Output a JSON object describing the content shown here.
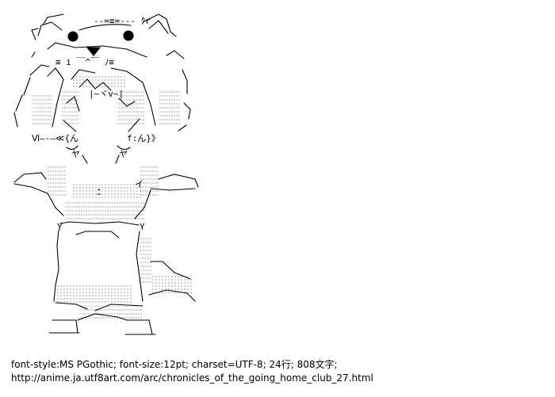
{
  "art": {
    "overlay_text": {
      "left": "Ⅵ―‐―≪{ん",
      "right": "f:ん}》"
    }
  },
  "caption": {
    "style_line": "font-style:MS PGothic; font-size:12pt; charset=UTF-8; 24行; 808文字;",
    "url": "http://anime.ja.utf8art.com/arc/chronicles_of_the_going_home_club_27.html"
  }
}
